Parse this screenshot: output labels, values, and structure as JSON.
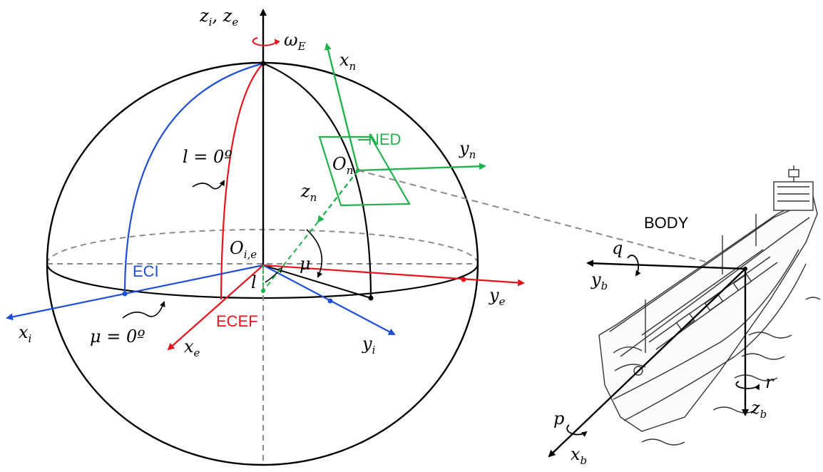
{
  "colors": {
    "black": "#000000",
    "eci": "#1f4fd6",
    "ecef": "#e8121c",
    "ned": "#22b14c",
    "dashed": "#8a8a8a"
  },
  "labels": {
    "zi_ze": {
      "main": "z",
      "sub1": "i",
      "sep": ", ",
      "main2": "z",
      "sub2": "e"
    },
    "omega": {
      "main": "ω",
      "sub": "E"
    },
    "xn": {
      "main": "x",
      "sub": "n"
    },
    "yn": {
      "main": "y",
      "sub": "n"
    },
    "zn": {
      "main": "z",
      "sub": "n"
    },
    "On": {
      "main": "O",
      "sub": "n"
    },
    "ned": "NED",
    "l0": "l = 0º",
    "Oie": {
      "main": "O",
      "sub": "i,e"
    },
    "eci": "ECI",
    "ecef": "ECEF",
    "mu": "μ",
    "l": "l",
    "xi": {
      "main": "x",
      "sub": "i"
    },
    "xe": {
      "main": "x",
      "sub": "e"
    },
    "yi": {
      "main": "y",
      "sub": "i"
    },
    "ye": {
      "main": "y",
      "sub": "e"
    },
    "mu0": "μ = 0º",
    "body": "BODY",
    "q": "q",
    "yb": {
      "main": "y",
      "sub": "b"
    },
    "r": "r",
    "zb": {
      "main": "z",
      "sub": "b"
    },
    "p": "p",
    "xb": {
      "main": "x",
      "sub": "b"
    }
  }
}
